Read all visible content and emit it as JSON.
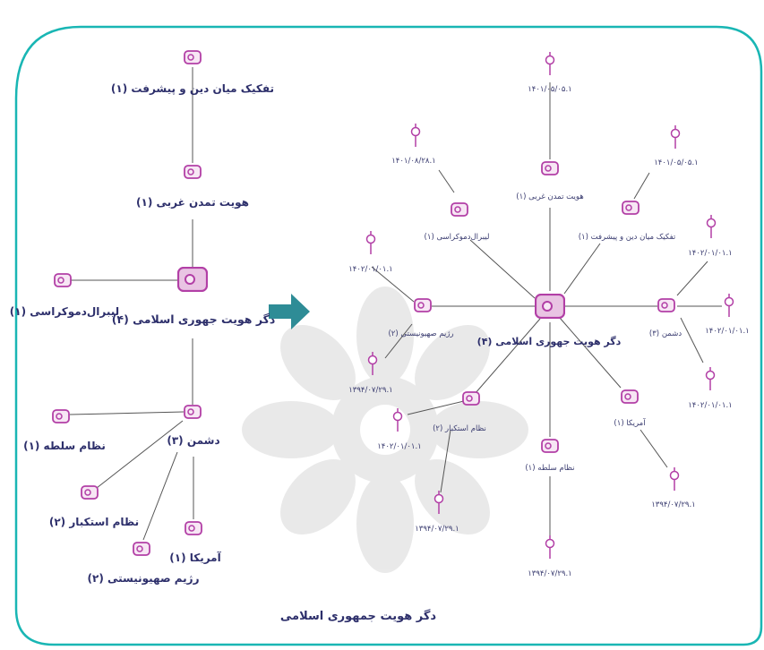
{
  "title": "دگر هویت جمهوری اسلامی",
  "colors": {
    "frame": "#19b6b4",
    "node": "#b23fa6",
    "node_fill": "#f3dff0",
    "arrow": "#2e8c96",
    "text": "#2d2f6b",
    "edge": "#555555"
  },
  "left": {
    "nodes": {
      "n1": "تفکیک میان دین و پیشرفت (۱)",
      "n2": "هویت تمدن غربی (۱)",
      "n3": "لیبرال‌دموکراسی (۱)",
      "hub": "دگر هویت جهوری اسلامی (۴)",
      "enemy": "دشمن (۳)",
      "n5": "نظام سلطه (۱)",
      "n6": "نظام استکبار (۲)",
      "n7": "رژیم صهیونیستی (۲)",
      "n8": "آمریکا (۱)"
    }
  },
  "right": {
    "nodes": {
      "hub": "دگر هویت جهوری اسلامی (۴)",
      "c1": "هویت تمدن غربی (۱)",
      "c2": "لیبرال‌دموکراسی (۱)",
      "c3": "تفکیک میان دین و پیشرفت (۱)",
      "c4": "رژیم صهیونیستی (۲)",
      "c5": "دشمن (۳)",
      "c6": "نظام استکبار (۲)",
      "c7": "نظام سلطه (۱)",
      "c8": "آمریکا (۱)"
    },
    "docs": {
      "d1": "۱۴۰۱/۰۵/۰۵.۱",
      "d2": "۱۴۰۱/۰۸/۲۸.۱",
      "d3": "۱۴۰۱/۰۵/۰۵.۱",
      "d4": "۱۴۰۲/۰۱/۰۱.۱",
      "d5": "۱۳۹۴/۰۷/۲۹.۱",
      "d6": "۱۴۰۲/۰۱/۰۱.۱",
      "d7": "۱۴۰۲/۰۱/۰۱.۱",
      "d8": "۱۴۰۲/۰۱/۰۱.۱",
      "d9": "۱۴۰۲/۰۱/۰۱.۱",
      "d10": "۱۳۹۴/۰۷/۲۹.۱",
      "d11": "۱۳۹۴/۰۷/۲۹.۱",
      "d12": "۱۳۹۴/۰۷/۲۹.۱"
    }
  }
}
